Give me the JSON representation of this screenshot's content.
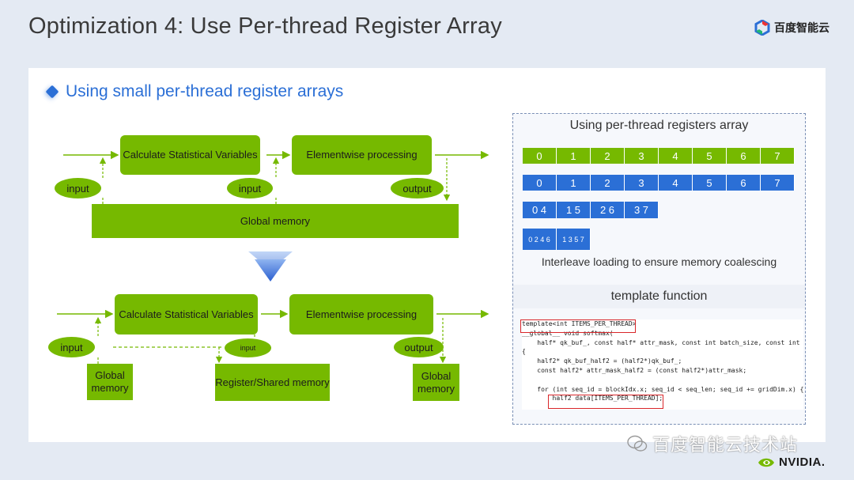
{
  "slide": {
    "title": "Optimization 4: Use Per-thread Register Array",
    "brand": "百度智能云",
    "bullet": "Using small per-thread register arrays",
    "watermark": "百度智能云技术站",
    "nvidia": "NVIDIA."
  },
  "flow_top": {
    "calc": "Calculate Statistical Variables",
    "elementwise": "Elementwise processing",
    "input1": "input",
    "input2": "input",
    "output": "output",
    "global": "Global memory"
  },
  "flow_bottom": {
    "calc": "Calculate Statistical Variables",
    "elementwise": "Elementwise processing",
    "input1": "input",
    "input2": "input",
    "output": "output",
    "global_left": "Global memory",
    "register": "Register/Shared memory",
    "global_right": "Global memory"
  },
  "register_panel": {
    "title": "Using per-thread registers array",
    "green_row": [
      "0",
      "1",
      "2",
      "3",
      "4",
      "5",
      "6",
      "7"
    ],
    "blue_row": [
      "0",
      "1",
      "2",
      "3",
      "4",
      "5",
      "6",
      "7"
    ],
    "pairs_row": [
      "0 4",
      "1 5",
      "2 6",
      "3 7"
    ],
    "quads_row": [
      "0 2 4 6",
      "1 3 5 7"
    ],
    "note": "Interleave loading to ensure memory coalescing",
    "template_heading": "template function",
    "code": "template<int ITEMS_PER_THREAD>\n__global__ void softmax(\n    half* qk_buf_, const half* attr_mask, const int batch_size, const int he\n{\n    half2* qk_buf_half2 = (half2*)qk_buf_;\n    const half2* attr_mask_half2 = (const half2*)attr_mask;\n\n    for (int seq_id = blockIdx.x; seq_id < seq_len; seq_id += gridDim.x) {\n        half2 data[ITEMS_PER_THREAD];"
  },
  "colors": {
    "green": "#76b900",
    "blue": "#2b6fd6",
    "red": "#d9262a"
  }
}
